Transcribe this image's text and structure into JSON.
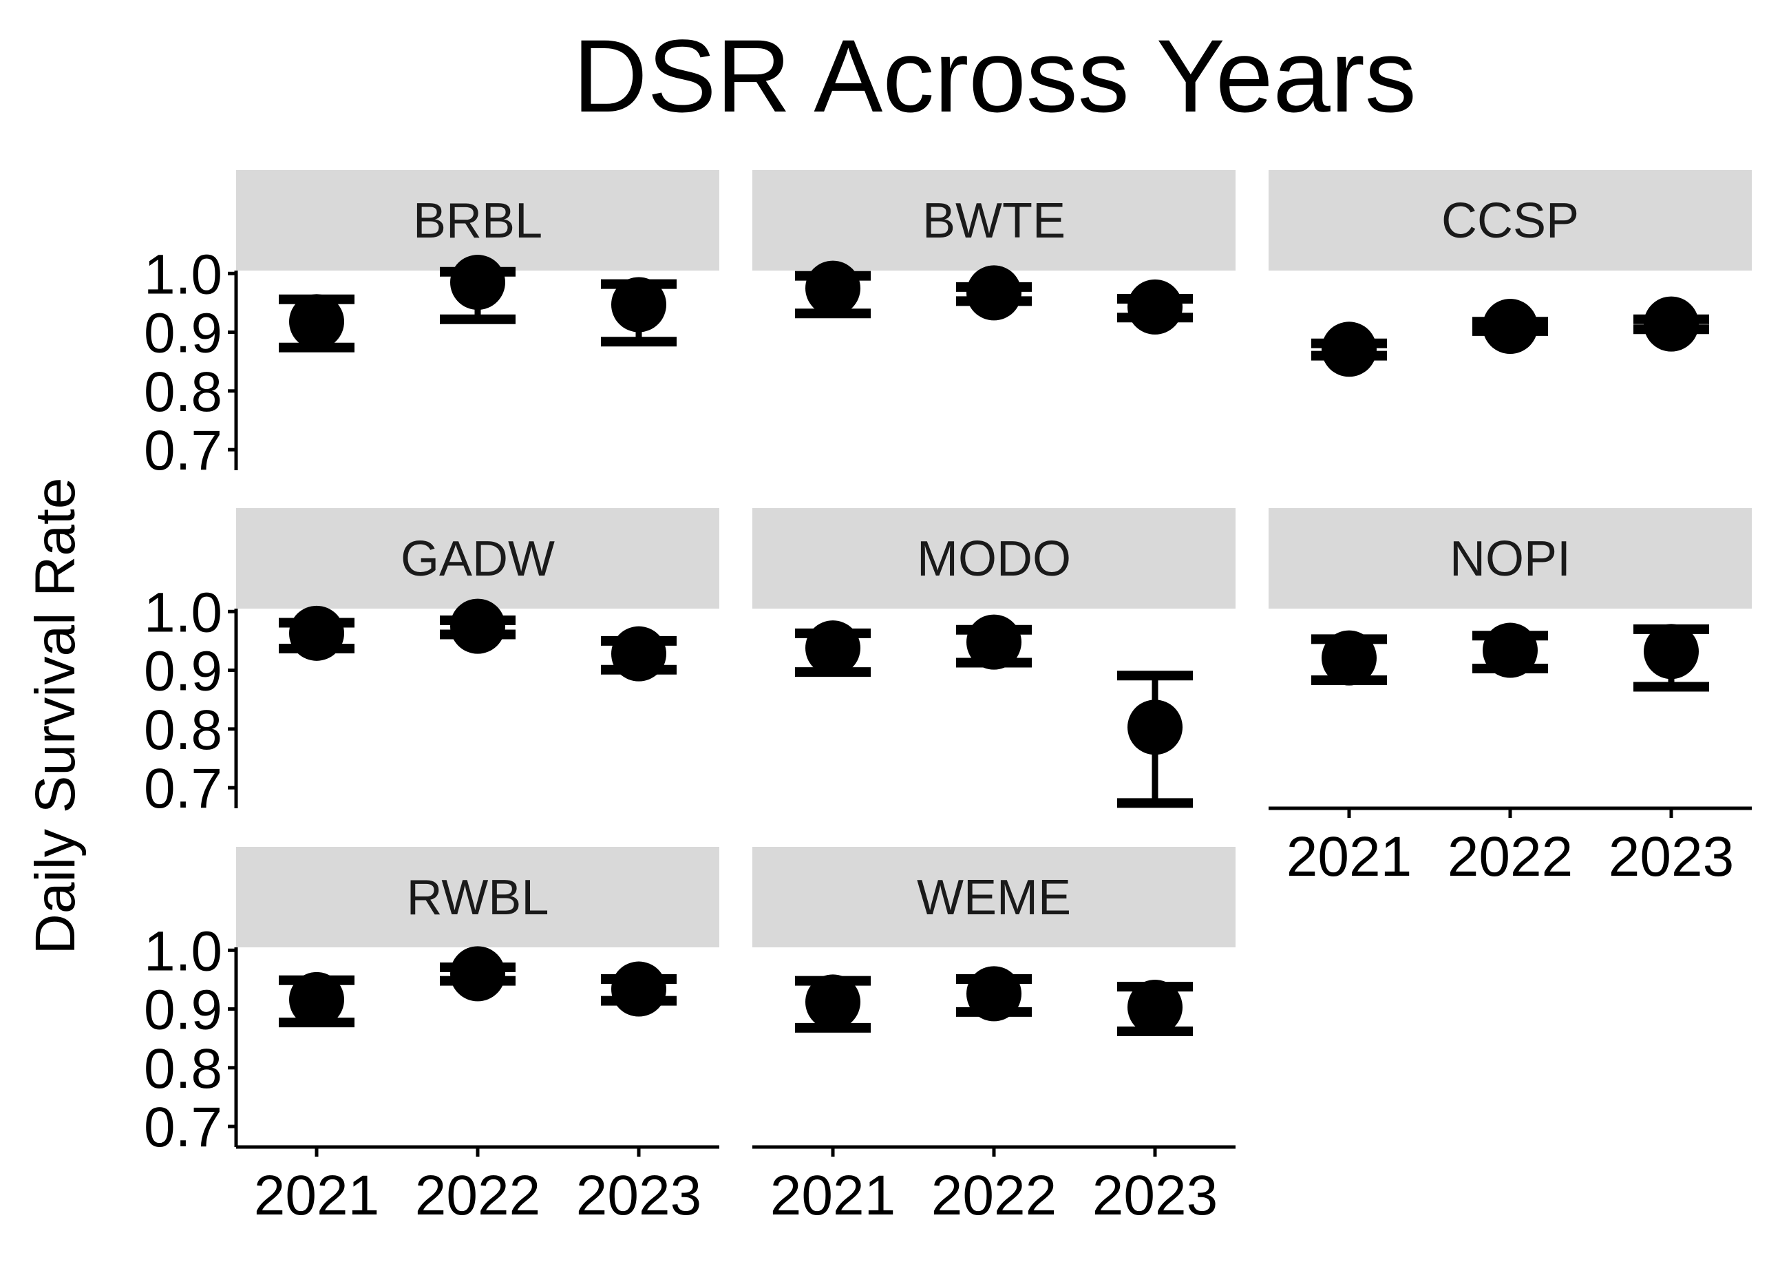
{
  "chart_data": {
    "type": "scatter",
    "title": "DSR Across Years",
    "ylabel": "Daily Survival Rate",
    "xlabel": "",
    "x_categories": [
      "2021",
      "2022",
      "2023"
    ],
    "y_ticks": [
      "0.7",
      "0.8",
      "0.9",
      "1.0"
    ],
    "ylim": [
      0.665,
      1.005
    ],
    "facet_layout": {
      "ncol": 3,
      "nrow": 3
    },
    "panels": [
      {
        "label": "BRBL",
        "points": [
          {
            "x": "2021",
            "y": 0.918,
            "ymin": 0.874,
            "ymax": 0.956
          },
          {
            "x": "2022",
            "y": 0.985,
            "ymin": 0.922,
            "ymax": 1.003
          },
          {
            "x": "2023",
            "y": 0.947,
            "ymin": 0.884,
            "ymax": 0.982
          }
        ]
      },
      {
        "label": "BWTE",
        "points": [
          {
            "x": "2021",
            "y": 0.975,
            "ymin": 0.932,
            "ymax": 0.996
          },
          {
            "x": "2022",
            "y": 0.967,
            "ymin": 0.953,
            "ymax": 0.977
          },
          {
            "x": "2023",
            "y": 0.943,
            "ymin": 0.925,
            "ymax": 0.957
          }
        ]
      },
      {
        "label": "CCSP",
        "points": [
          {
            "x": "2021",
            "y": 0.871,
            "ymin": 0.86,
            "ymax": 0.881
          },
          {
            "x": "2022",
            "y": 0.91,
            "ymin": 0.902,
            "ymax": 0.918
          },
          {
            "x": "2023",
            "y": 0.914,
            "ymin": 0.905,
            "ymax": 0.922
          }
        ]
      },
      {
        "label": "GADW",
        "points": [
          {
            "x": "2021",
            "y": 0.963,
            "ymin": 0.937,
            "ymax": 0.981
          },
          {
            "x": "2022",
            "y": 0.975,
            "ymin": 0.961,
            "ymax": 0.985
          },
          {
            "x": "2023",
            "y": 0.928,
            "ymin": 0.901,
            "ymax": 0.95
          }
        ]
      },
      {
        "label": "MODO",
        "points": [
          {
            "x": "2021",
            "y": 0.938,
            "ymin": 0.897,
            "ymax": 0.963
          },
          {
            "x": "2022",
            "y": 0.948,
            "ymin": 0.913,
            "ymax": 0.969
          },
          {
            "x": "2023",
            "y": 0.803,
            "ymin": 0.674,
            "ymax": 0.891
          }
        ]
      },
      {
        "label": "NOPI",
        "points": [
          {
            "x": "2021",
            "y": 0.921,
            "ymin": 0.883,
            "ymax": 0.953
          },
          {
            "x": "2022",
            "y": 0.934,
            "ymin": 0.903,
            "ymax": 0.959
          },
          {
            "x": "2023",
            "y": 0.932,
            "ymin": 0.872,
            "ymax": 0.97
          }
        ]
      },
      {
        "label": "RWBL",
        "points": [
          {
            "x": "2021",
            "y": 0.916,
            "ymin": 0.877,
            "ymax": 0.949
          },
          {
            "x": "2022",
            "y": 0.96,
            "ymin": 0.948,
            "ymax": 0.971
          },
          {
            "x": "2023",
            "y": 0.934,
            "ymin": 0.914,
            "ymax": 0.951
          }
        ]
      },
      {
        "label": "WEME",
        "points": [
          {
            "x": "2021",
            "y": 0.912,
            "ymin": 0.868,
            "ymax": 0.948
          },
          {
            "x": "2022",
            "y": 0.926,
            "ymin": 0.895,
            "ymax": 0.951
          },
          {
            "x": "2023",
            "y": 0.903,
            "ymin": 0.862,
            "ymax": 0.938
          }
        ]
      }
    ],
    "colors": {
      "strip_fill": "#d9d9d9",
      "strip_text": "#1a1a1a",
      "marker": "#000000",
      "axis": "#000000",
      "background": "#ffffff"
    }
  }
}
